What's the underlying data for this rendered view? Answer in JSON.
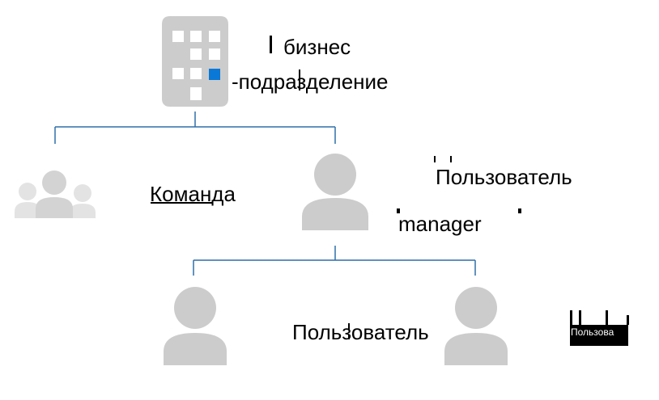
{
  "colors": {
    "line": "#2f6fa8",
    "icon_gray": "#cccccc",
    "icon_light": "#dedede",
    "accent": "#0a78d7",
    "text": "#000000"
  },
  "nodes": {
    "business_unit": {
      "icon": "building-icon",
      "label_line1": "бизнес",
      "label_line2": "-подразделение"
    },
    "team": {
      "icon": "group-icon",
      "label": "Команда"
    },
    "manager": {
      "icon": "user-icon",
      "label_line1": "Пользователь",
      "label_line2": "manager"
    },
    "user_left": {
      "icon": "user-icon",
      "label": "Пользователь"
    },
    "user_right": {
      "icon": "user-icon",
      "label": "Пользова"
    }
  }
}
